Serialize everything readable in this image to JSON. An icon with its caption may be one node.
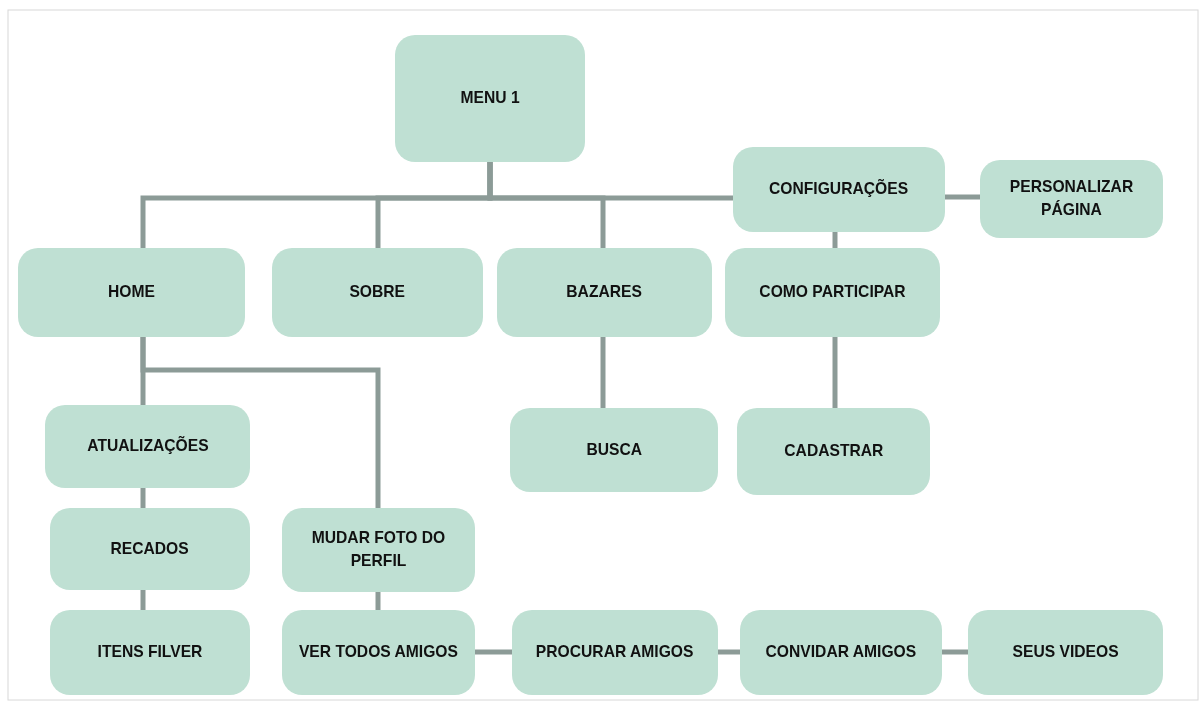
{
  "diagram": {
    "nodes": [
      {
        "text": [
          "MENU 1"
        ]
      },
      {
        "text": [
          "CONFIGURAÇÕES"
        ]
      },
      {
        "text": [
          "PERSONALIZAR PÁGINA"
        ]
      },
      {
        "text": [
          "HOME"
        ]
      },
      {
        "text": [
          "SOBRE"
        ]
      },
      {
        "text": [
          "BAZARES"
        ]
      },
      {
        "text": [
          "COMO PARTICIPAR"
        ]
      },
      {
        "text": [
          "ATUALIZAÇÕES"
        ]
      },
      {
        "text": [
          "BUSCA"
        ]
      },
      {
        "text": [
          "CADASTRAR"
        ]
      },
      {
        "text": [
          "RECADOS"
        ]
      },
      {
        "text": [
          "MUDAR FOTO DO PERFIL"
        ]
      },
      {
        "text": [
          "ITENS FILVER"
        ]
      },
      {
        "text": [
          "VER TODOS AMIGOS"
        ]
      },
      {
        "text": [
          "PROCURAR AMIGOS"
        ]
      },
      {
        "text": [
          "CONVIDAR AMIGOS"
        ]
      },
      {
        "text": [
          "SEUS VIDEOS"
        ]
      }
    ],
    "edges": [
      {
        "from": 0,
        "to": 3,
        "arrow": "none"
      },
      {
        "from": 0,
        "to": 4,
        "arrow": "none"
      },
      {
        "from": 0,
        "to": 5,
        "arrow": "none"
      },
      {
        "from": 0,
        "to": 1,
        "arrow": "none"
      },
      {
        "from": 1,
        "to": 2,
        "arrow": "none"
      },
      {
        "from": 1,
        "to": 6,
        "arrow": "none"
      },
      {
        "from": 3,
        "to": 7,
        "arrow": "none"
      },
      {
        "from": 3,
        "to": 11,
        "arrow": "none"
      },
      {
        "from": 7,
        "to": 10,
        "arrow": "none"
      },
      {
        "from": 10,
        "to": 12,
        "arrow": "none"
      },
      {
        "from": 5,
        "to": 8,
        "arrow": "none"
      },
      {
        "from": 6,
        "to": 9,
        "arrow": "none"
      },
      {
        "from": 11,
        "to": 13,
        "arrow": "none"
      },
      {
        "from": 13,
        "to": 14,
        "arrow": "none"
      },
      {
        "from": 14,
        "to": 15,
        "arrow": "none"
      },
      {
        "from": 15,
        "to": 16,
        "arrow": "none"
      }
    ]
  }
}
